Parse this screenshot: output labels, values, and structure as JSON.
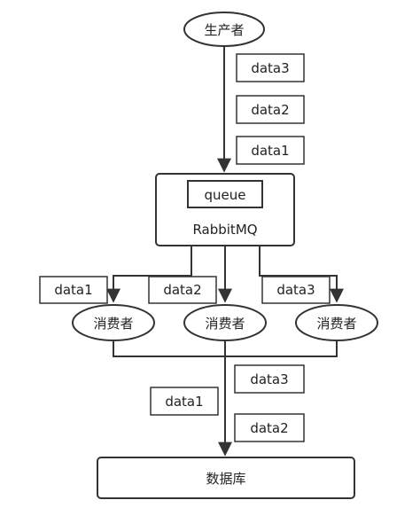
{
  "producer": {
    "label": "生产者"
  },
  "broker": {
    "queue_label": "queue",
    "name": "RabbitMQ"
  },
  "producer_messages": [
    "data3",
    "data2",
    "data1"
  ],
  "consumers": [
    {
      "label": "消费者",
      "message": "data1"
    },
    {
      "label": "消费者",
      "message": "data2"
    },
    {
      "label": "消费者",
      "message": "data3"
    }
  ],
  "db_messages": [
    "data3",
    "data2",
    "data1"
  ],
  "database": {
    "label": "数据库"
  }
}
